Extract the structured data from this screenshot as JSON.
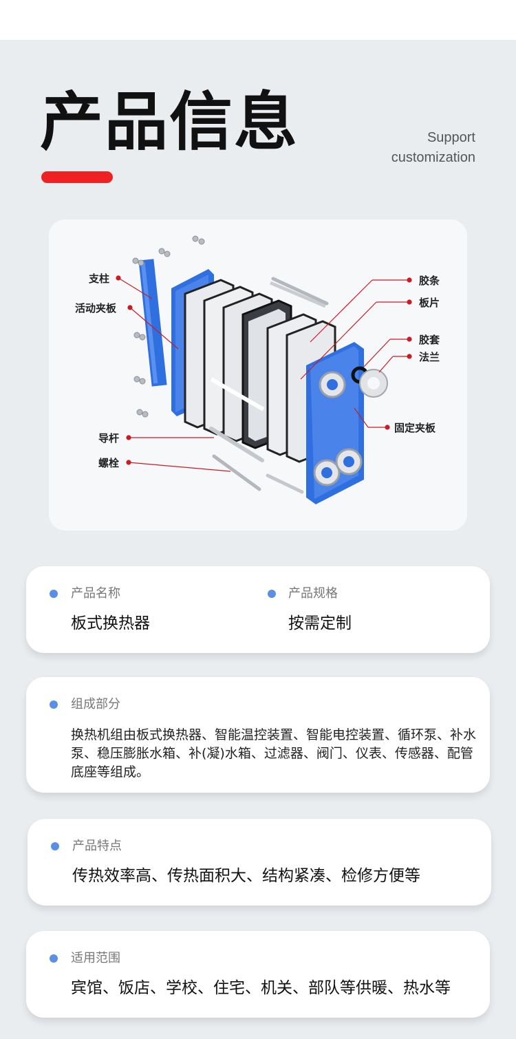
{
  "header": {
    "title": "产品信息",
    "subtitle_line1": "Support",
    "subtitle_line2": "customization",
    "accent_color": "#ee2222"
  },
  "diagram": {
    "labels": {
      "pillar": "支柱",
      "movable_plate": "活动夹板",
      "guide_rod": "导杆",
      "bolt": "螺栓",
      "gasket_strip": "胶条",
      "plate": "板片",
      "rubber_sleeve": "胶套",
      "flange": "法兰",
      "fixed_plate": "固定夹板"
    },
    "colors": {
      "frame": "#2f6fe0",
      "leader": "#c81c24"
    }
  },
  "info": {
    "bullet_color": "#5b8fe6",
    "name_label": "产品名称",
    "name_value": "板式换热器",
    "spec_label": "产品规格",
    "spec_value": "按需定制",
    "components_label": "组成部分",
    "components_value": "换热机组由板式换热器、智能温控装置、智能电控装置、循环泵、补水泵、稳压膨胀水箱、补(凝)水箱、过滤器、阀门、仪表、传感器、配管底座等组成。",
    "features_label": "产品特点",
    "features_value": "传热效率高、传热面积大、结构紧凑、检修方便等",
    "scope_label": "适用范围",
    "scope_value": "宾馆、饭店、学校、住宅、机关、部队等供暖、热水等"
  }
}
